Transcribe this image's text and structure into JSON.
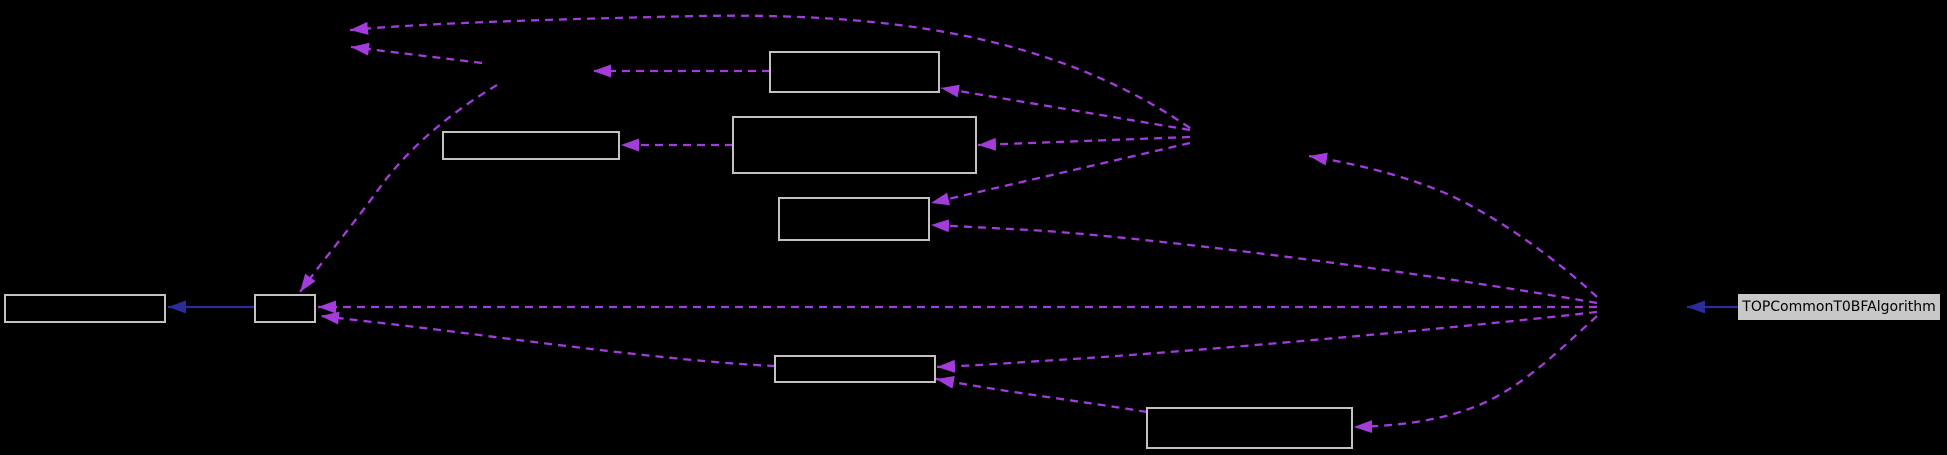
{
  "diagram": {
    "type": "collaboration-graph",
    "main_node": {
      "label": "TOPCommonT0BFAlgorithm"
    },
    "unlabeled_node_count": 8,
    "edge_counts": {
      "dashed": 15,
      "solid": 2
    },
    "colors": {
      "background": "#000000",
      "node_border": "#c2c2c2",
      "node_fill": "#000000",
      "edge_dashed": "#a33cdb",
      "edge_solid": "#2b2b9c",
      "main_node_fill": "#c8c8c8",
      "main_node_text": "#000000"
    }
  }
}
